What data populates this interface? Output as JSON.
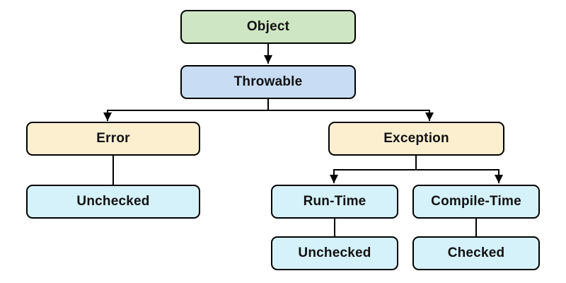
{
  "diagram": {
    "nodes": {
      "object": {
        "label": "Object",
        "fill": "#CFE6C5"
      },
      "throwable": {
        "label": "Throwable",
        "fill": "#C8DCF4"
      },
      "error": {
        "label": "Error",
        "fill": "#FBEFD0"
      },
      "exception": {
        "label": "Exception",
        "fill": "#FBEFD0"
      },
      "error_unchecked": {
        "label": "Unchecked",
        "fill": "#D5F1FA"
      },
      "run_time": {
        "label": "Run-Time",
        "fill": "#D5F1FA"
      },
      "compile_time": {
        "label": "Compile-Time",
        "fill": "#D5F1FA"
      },
      "run_time_unchecked": {
        "label": "Unchecked",
        "fill": "#D5F1FA"
      },
      "compile_time_checked": {
        "label": "Checked",
        "fill": "#D5F1FA"
      }
    },
    "edges": [
      {
        "from": "object",
        "to": "throwable",
        "arrow": true
      },
      {
        "from": "throwable",
        "to": "error",
        "arrow": true
      },
      {
        "from": "throwable",
        "to": "exception",
        "arrow": true
      },
      {
        "from": "error",
        "to": "error_unchecked",
        "arrow": false
      },
      {
        "from": "exception",
        "to": "run_time",
        "arrow": true
      },
      {
        "from": "exception",
        "to": "compile_time",
        "arrow": true
      },
      {
        "from": "run_time",
        "to": "run_time_unchecked",
        "arrow": false
      },
      {
        "from": "compile_time",
        "to": "compile_time_checked",
        "arrow": false
      }
    ],
    "palette": {
      "border": "#000000",
      "connector": "#000000",
      "text": "#111111",
      "background": "#FFFFFF"
    }
  }
}
